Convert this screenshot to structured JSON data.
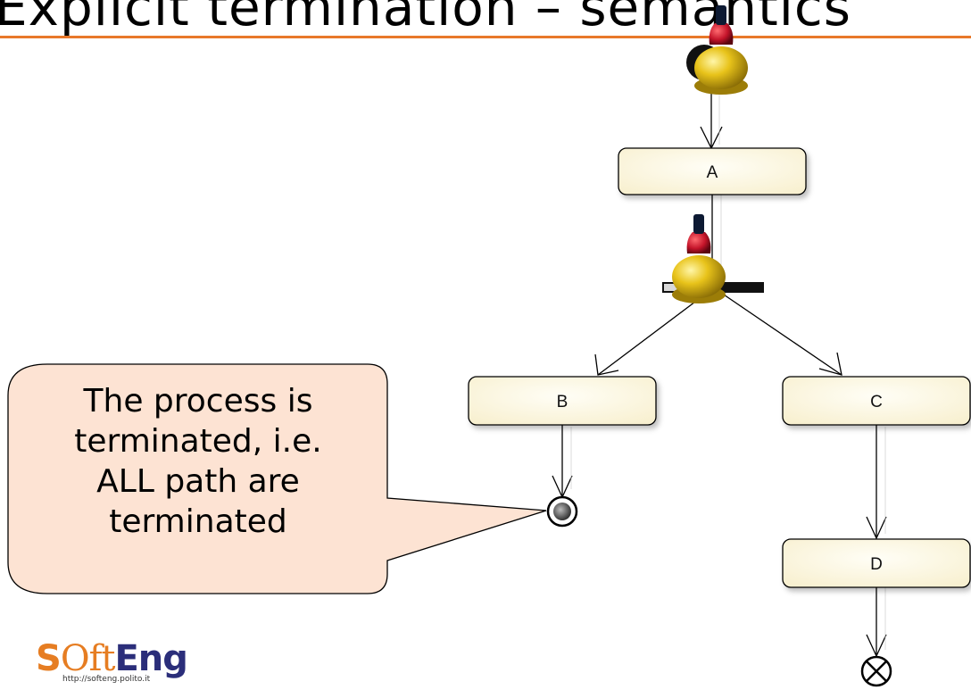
{
  "slide": {
    "title": "Explicit termination – semantics"
  },
  "diagram": {
    "nodes": [
      {
        "id": "A",
        "label": "A"
      },
      {
        "id": "B",
        "label": "B"
      },
      {
        "id": "C",
        "label": "C"
      },
      {
        "id": "D",
        "label": "D"
      }
    ],
    "pseudo_nodes": [
      "initial-node",
      "fork-bar",
      "activity-final",
      "flow-final"
    ],
    "tokens": [
      "token-on-initial",
      "token-on-fork"
    ],
    "edges": [
      [
        "initial-node",
        "A"
      ],
      [
        "A",
        "fork-bar"
      ],
      [
        "fork-bar",
        "B"
      ],
      [
        "fork-bar",
        "C"
      ],
      [
        "B",
        "activity-final"
      ],
      [
        "C",
        "D"
      ],
      [
        "D",
        "flow-final"
      ]
    ]
  },
  "callout": {
    "lines": [
      "The process is",
      "terminated, i.e.",
      "ALL path are",
      "terminated"
    ]
  },
  "logo": {
    "s": "S",
    "oft": "Oft",
    "eng": "Eng",
    "url": "http://softeng.polito.it"
  },
  "colors": {
    "accent": "#e8782a",
    "callout_fill": "#fde3d3",
    "node_fill": "#fdf9e6",
    "token_body": "#e8c31a",
    "token_neck": "#c4142a",
    "token_cap": "#0d1a33",
    "logo_orange": "#e67d22",
    "logo_blue": "#2b2e7a"
  }
}
